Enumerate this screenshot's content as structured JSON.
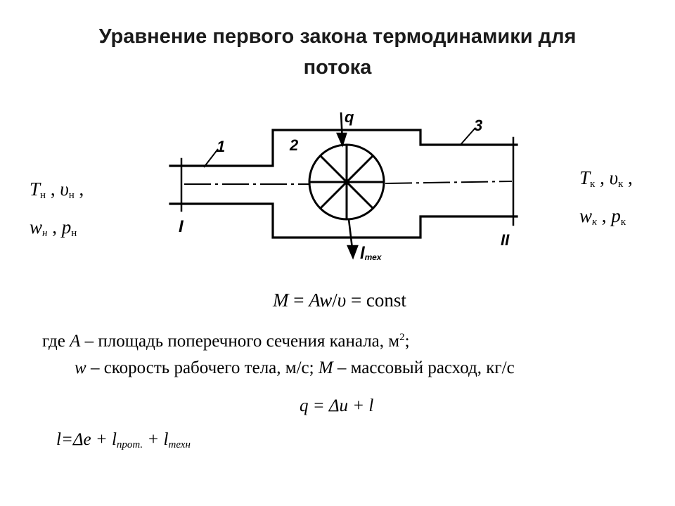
{
  "title": {
    "line1": "Уравнение первого закона термодинамики для",
    "line2": "потока"
  },
  "inlet": {
    "T": "T",
    "T_sub": "н",
    "v": "υ",
    "v_sub": "н",
    "w": "w",
    "w_sub": "н",
    "p": "p",
    "p_sub": "н"
  },
  "outlet": {
    "T": "T",
    "T_sub": "к",
    "v": "υ",
    "v_sub": "к",
    "w": "w",
    "w_sub": "к",
    "p": "p",
    "p_sub": "к"
  },
  "diagram": {
    "label_1": "1",
    "label_2": "2",
    "label_3": "3",
    "label_q": "q",
    "label_l": "l",
    "label_l_sub": "тех",
    "section_in": "I",
    "section_out": "II"
  },
  "mass_eq": {
    "M": "M",
    "eq1": " = ",
    "A": "A",
    "w": "w",
    "slash": "/",
    "v": "υ",
    "eq2": " = const"
  },
  "where": {
    "line1_prefix": "где ",
    "A": "A",
    "line1_text": " – площадь поперечного сечения канала, м",
    "line1_sup": "2",
    "line1_end": ";",
    "w": "w",
    "line2_mid": " – скорость рабочего тела, м/с; ",
    "M": "M",
    "line2_end": " – массовый расход, кг/с"
  },
  "energy_eq": {
    "text": "q = Δu + l"
  },
  "work_eq": {
    "lhs": "l=Δe + l",
    "sub1": "прот.",
    "plus": " + l",
    "sub2": "техн"
  }
}
